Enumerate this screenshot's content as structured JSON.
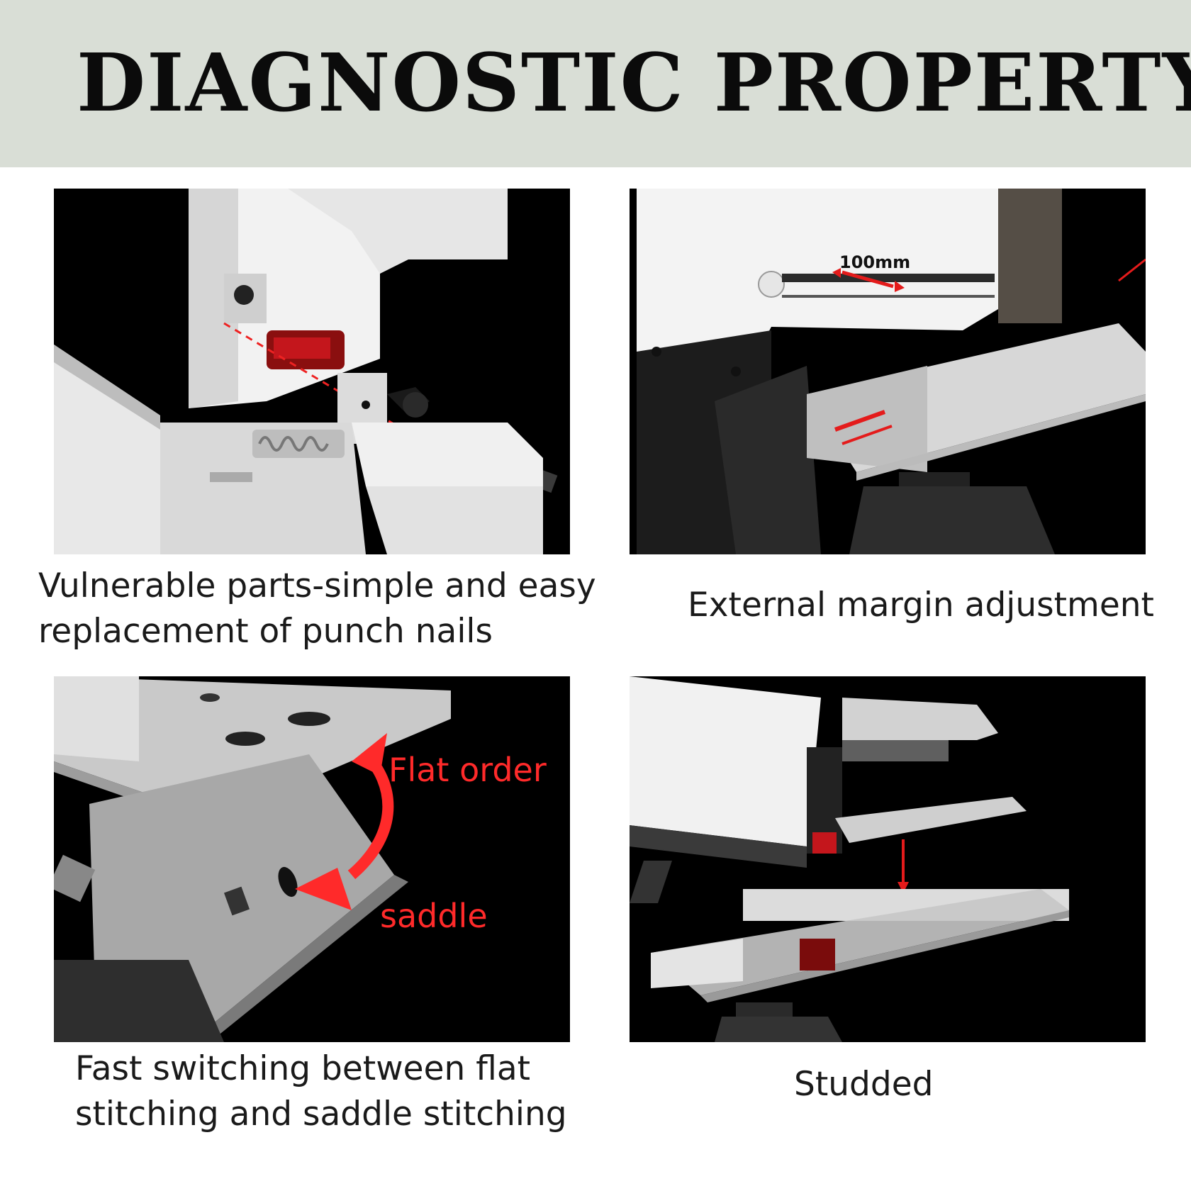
{
  "header": {
    "title": "DIAGNOSTIC PROPERTY",
    "background": "#d9ded6"
  },
  "panels": [
    {
      "caption_line1": "Vulnerable parts-simple and easy",
      "caption_line2": "replacement of punch nails"
    },
    {
      "caption": "External margin adjustment",
      "overlay_label": "100mm"
    },
    {
      "caption_line1": "Fast switching between flat",
      "caption_line2": "stitching and saddle stitching",
      "overlay_top": "Flat order",
      "overlay_bottom": "saddle"
    },
    {
      "caption": "Studded"
    }
  ],
  "colors": {
    "accent_red": "#ff2a2a",
    "panel_bg": "#000000",
    "text": "#1a1a1a"
  }
}
